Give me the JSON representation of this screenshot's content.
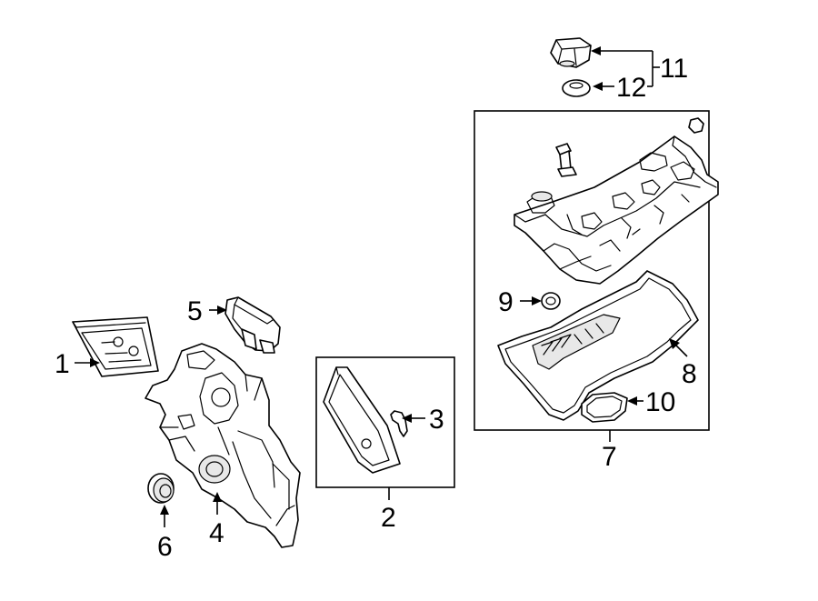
{
  "callouts": {
    "c1": "1",
    "c2": "2",
    "c3": "3",
    "c4": "4",
    "c5": "5",
    "c6": "6",
    "c7": "7",
    "c8": "8",
    "c9": "9",
    "c10": "10",
    "c11": "11",
    "c12": "12"
  },
  "colors": {
    "line": "#000000",
    "background": "#ffffff",
    "shade": "#e8e8e8"
  }
}
